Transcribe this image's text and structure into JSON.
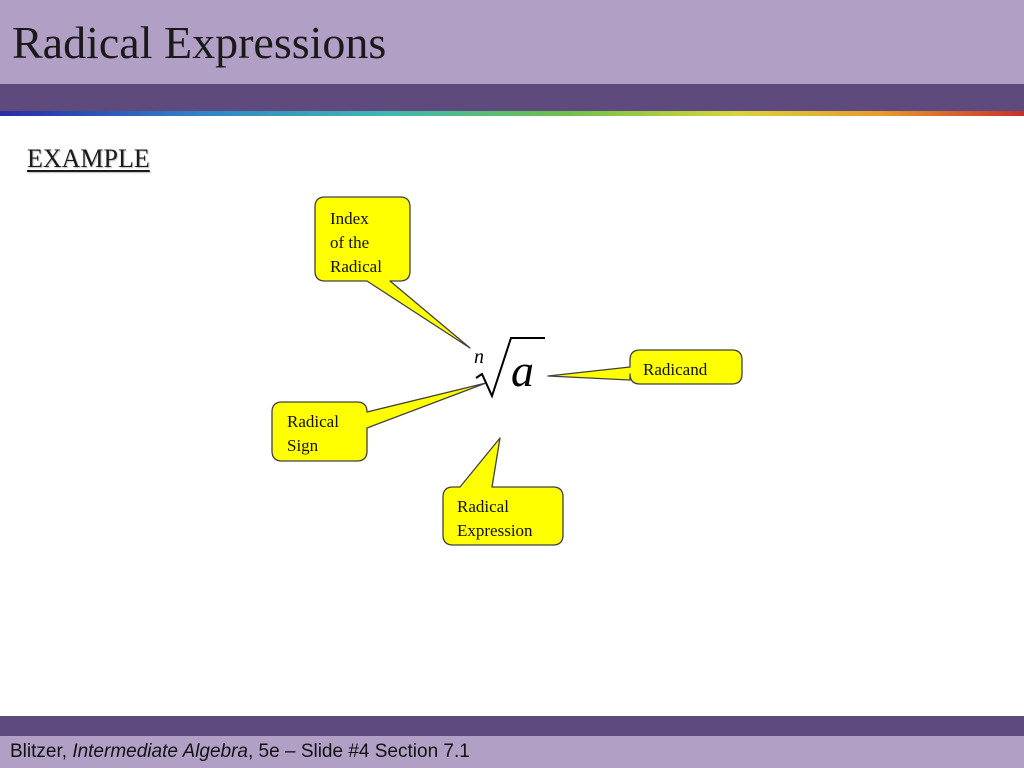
{
  "slide": {
    "title": "Radical Expressions",
    "subtitle": "EXAMPLE"
  },
  "radical": {
    "index": "n",
    "radicand": "a"
  },
  "callouts": {
    "index": "Index\nof the\nRadical",
    "radicand": "Radicand",
    "radical_sign": "Radical\nSign",
    "radical_expression": "Radical\nExpression"
  },
  "footer": {
    "author": "Blitzer, ",
    "book": "Intermediate Algebra",
    "rest": ", 5e – Slide #4  Section 7.1"
  },
  "colors": {
    "header": "#b19fc6",
    "stripe": "#5e4a7d",
    "callout_fill": "#ffff00",
    "callout_border": "#404040"
  }
}
